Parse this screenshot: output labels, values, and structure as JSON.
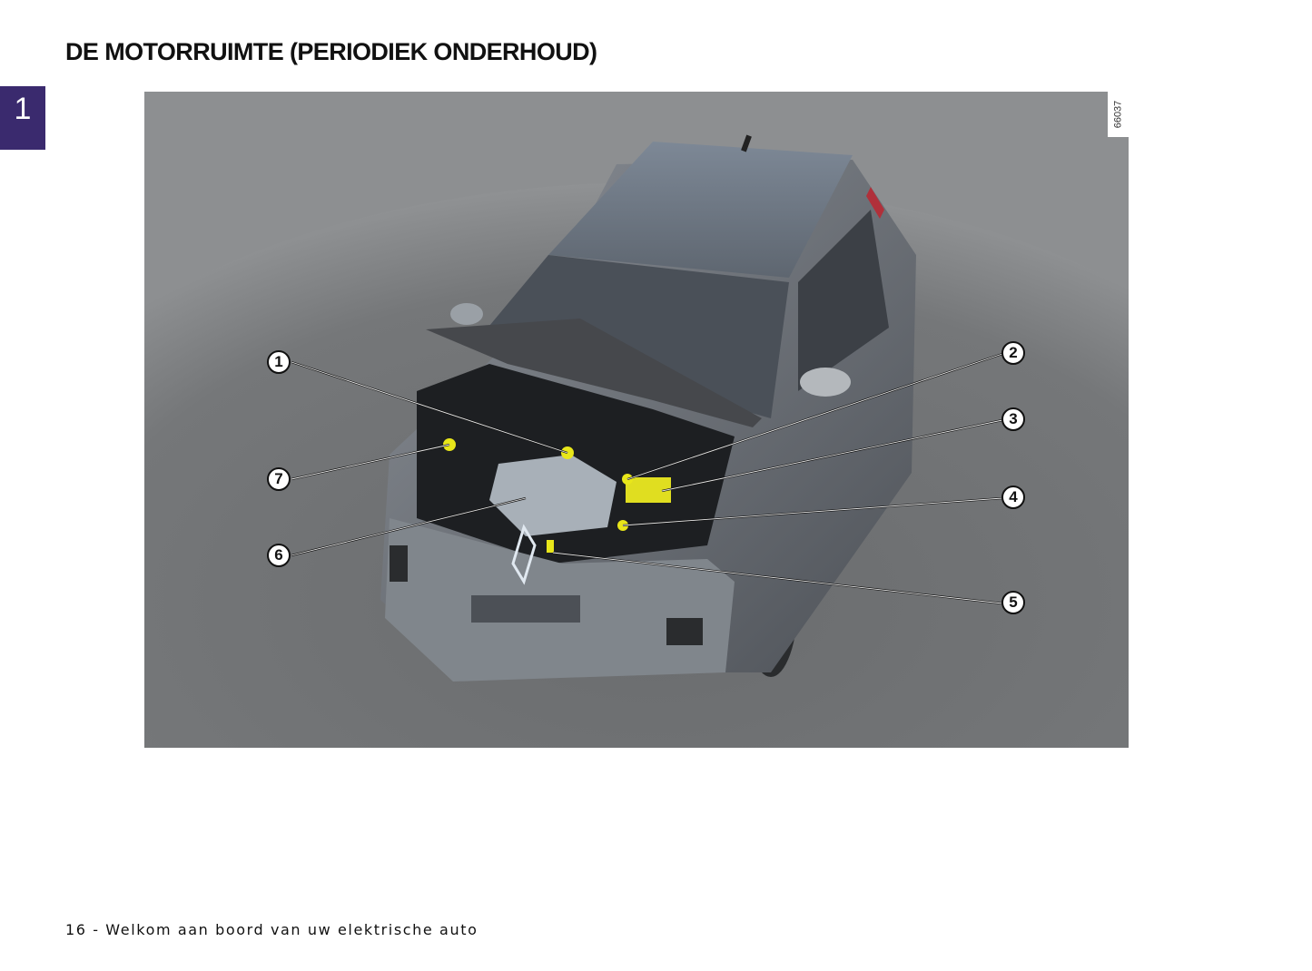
{
  "page": {
    "title": "DE MOTORRUIMTE (PERIODIEK ONDERHOUD)",
    "chapter_tab": "1",
    "footer": "16 - Welkom aan boord van uw elektrische auto"
  },
  "figure": {
    "reference_code": "66037",
    "description": "Top view of electric car with open hood showing engine compartment maintenance points",
    "colors": {
      "background_ground": "#8a8c8e",
      "car_body": "#6e7278",
      "marker_yellow": "#e8e61a",
      "chapter_tab": "#3a2a6e"
    },
    "callouts": [
      {
        "number": "1",
        "label": "1"
      },
      {
        "number": "2",
        "label": "2"
      },
      {
        "number": "3",
        "label": "3"
      },
      {
        "number": "4",
        "label": "4"
      },
      {
        "number": "5",
        "label": "5"
      },
      {
        "number": "6",
        "label": "6"
      },
      {
        "number": "7",
        "label": "7"
      }
    ]
  }
}
